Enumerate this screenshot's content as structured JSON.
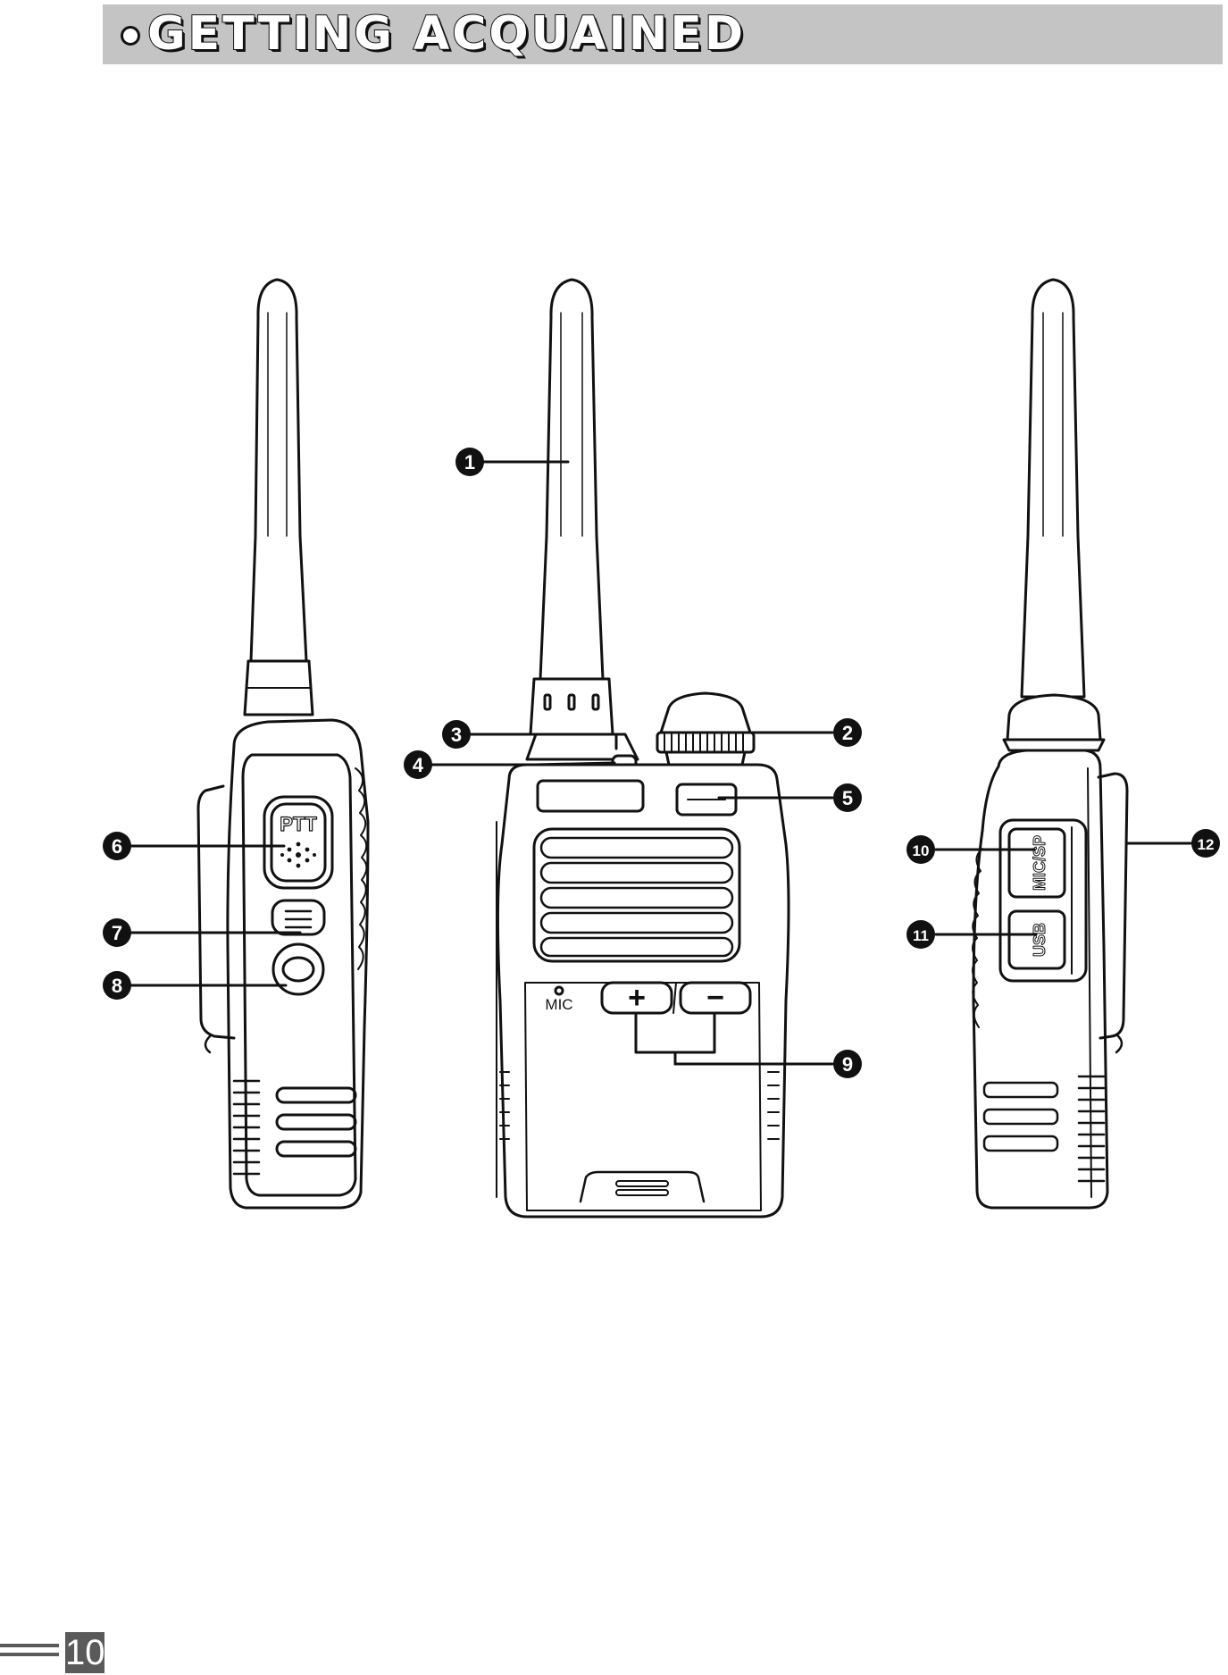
{
  "header": {
    "title": "GETTING ACQUAINED"
  },
  "figure": {
    "labels": {
      "ptt": "PTT",
      "mic": "MIC",
      "mic_sp": "MIC/SP",
      "usb": "USB",
      "plus": "+",
      "minus": "−"
    },
    "callouts": [
      "1",
      "2",
      "3",
      "4",
      "5",
      "6",
      "7",
      "8",
      "9",
      "10",
      "11",
      "12"
    ]
  },
  "footer": {
    "page_number": "10"
  },
  "colors": {
    "header_bg": "#c4c4c4",
    "ink": "#111111",
    "page_badge": "#5a5a5a"
  }
}
